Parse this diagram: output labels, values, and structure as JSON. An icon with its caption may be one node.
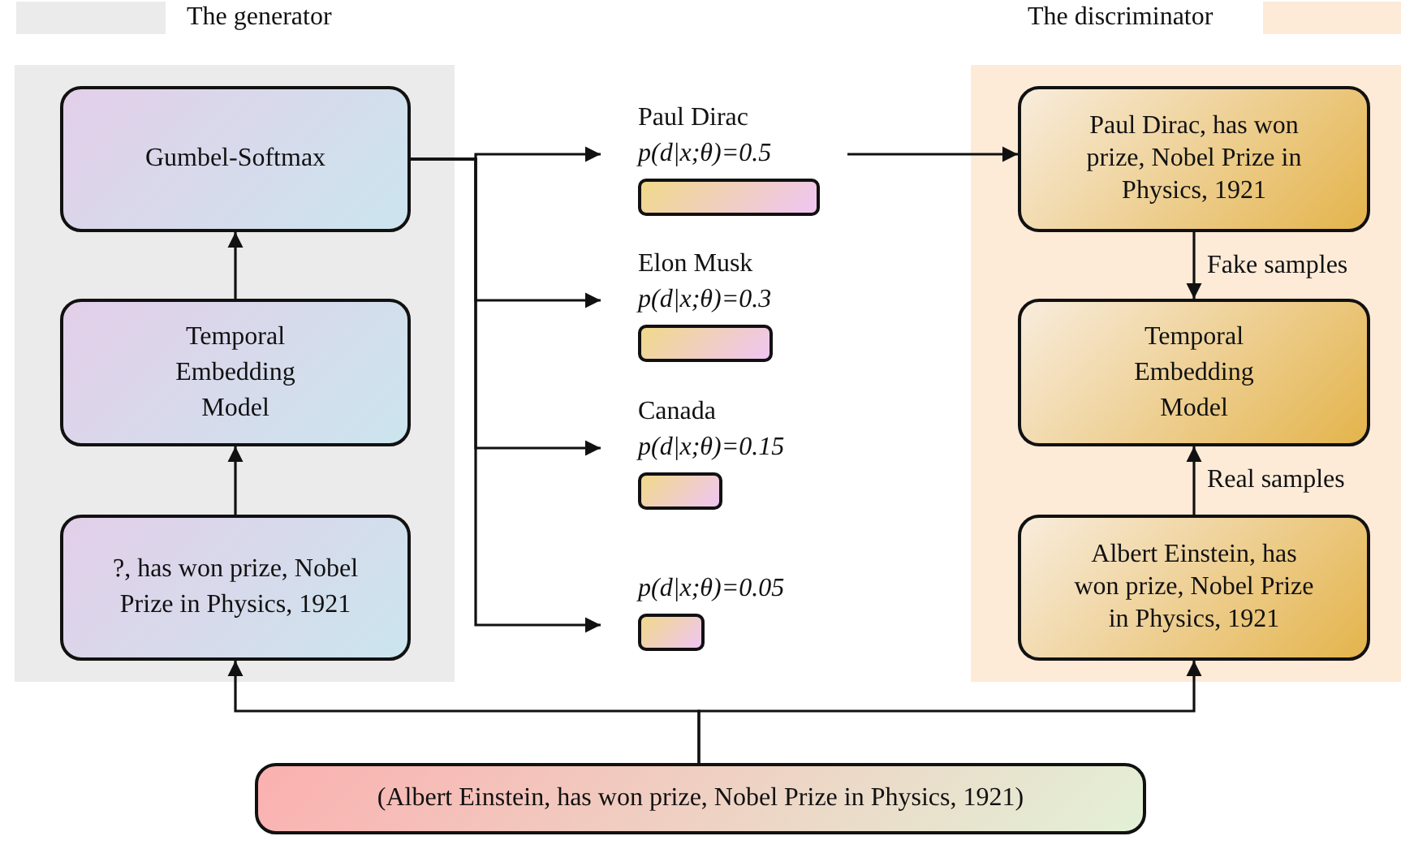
{
  "diagram": {
    "nodes": [
      {
        "text": [],
        "shape": "box"
      },
      {
        "text": [
          "Gumbel-Softmax"
        ],
        "in": 0
      },
      {
        "text": [
          "Temporal Embedding Model"
        ],
        "in": 0
      },
      {
        "text": [
          "?, has won prize, Nobel Prize in Physics, 1921"
        ],
        "in": 0
      },
      {
        "text": [
          "Paul Dirac",
          "p(d|x;θ)=0.5"
        ]
      },
      {
        "text": [
          "Elon Musk",
          "p(d|x;θ)=0.3"
        ]
      },
      {
        "text": [
          "Canada",
          "p(d|x;θ)=0.15"
        ]
      },
      {
        "text": [
          "p(d|x;θ)=0.05"
        ]
      },
      {
        "text": [],
        "shape": "box"
      },
      {
        "text": [
          "Paul Dirac, has won prize, Nobel Prize in Physics, 1921"
        ],
        "in": 8
      },
      {
        "text": [
          "Temporal Embedding Model"
        ],
        "in": 8
      },
      {
        "text": [
          "Albert Einstein, has won prize, Nobel Prize in Physics, 1921"
        ],
        "in": 8
      },
      {
        "text": [
          "(Albert Einstein, has won prize, Nobel Prize in Physics, 1921)"
        ]
      }
    ],
    "edges": [
      {
        "from": 3,
        "to": 2,
        "arrow": "to"
      },
      {
        "from": 2,
        "to": 1,
        "arrow": "to"
      },
      {
        "from": 1,
        "to": 4,
        "arrow": "to"
      },
      {
        "from": 1,
        "to": 5,
        "arrow": "to"
      },
      {
        "from": 1,
        "to": 6,
        "arrow": "to"
      },
      {
        "from": 1,
        "to": 7,
        "arrow": "to"
      },
      {
        "from": 4,
        "to": 9,
        "arrow": "to"
      },
      {
        "from": 9,
        "to": 10,
        "label": "Fake samples",
        "arrow": "to"
      },
      {
        "from": 11,
        "to": 10,
        "label": "Real samples",
        "arrow": "to"
      },
      {
        "from": 12,
        "to": 3,
        "arrow": "to"
      },
      {
        "from": 12,
        "to": 11,
        "arrow": "to"
      }
    ],
    "legend": [
      {
        "text": "The generator",
        "color": "#ebebeb"
      },
      {
        "text": "The discriminator",
        "color": "#fdebd8"
      }
    ]
  }
}
